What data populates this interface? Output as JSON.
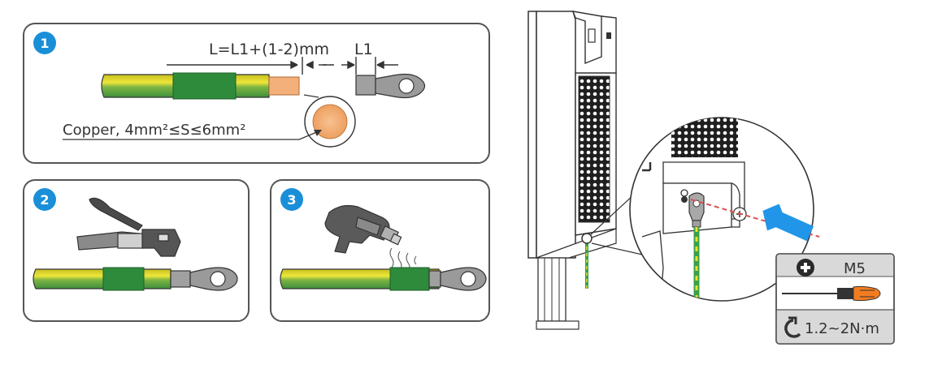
{
  "steps": [
    {
      "number": "1",
      "dimension_label": "L=L1+(1-2)mm",
      "l1_label": "L1",
      "material_label": "Copper, 4mm²≤S≤6mm²"
    },
    {
      "number": "2"
    },
    {
      "number": "3"
    }
  ],
  "spec": {
    "screw_label": "M5",
    "torque_label": "1.2~2N·m"
  },
  "colors": {
    "step_badge": "#1a8fd8",
    "cable_yellow": "#e8e02c",
    "cable_green": "#3aa04a",
    "sleeve_green": "#2e8b3c",
    "copper": "#f4b07a",
    "terminal_gray": "#a0a0a0",
    "arrow_blue": "#2196e8",
    "screw_line_red": "#d9534f",
    "panel_border": "#555555",
    "spec_box_fill": "#d9d9d9"
  },
  "icons": [
    "plus-screwdriver-icon",
    "screwdriver-icon",
    "torque-rotate-icon",
    "crimping-tool-icon",
    "heat-gun-icon"
  ]
}
